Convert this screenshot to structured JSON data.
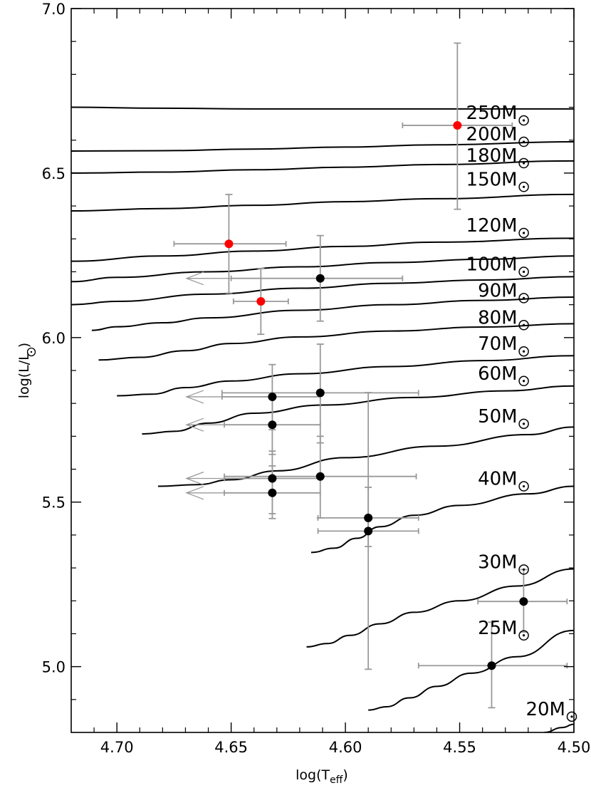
{
  "chart_data": {
    "type": "scatter",
    "xlabel": "log(T",
    "xlabel_sub": "eff",
    "xlabel_close": ")",
    "ylabel": "log(L/L",
    "ylabel_close": ")",
    "xlim": [
      4.72,
      4.5
    ],
    "ylim": [
      4.8,
      7.0
    ],
    "x_ticks": [
      4.7,
      4.65,
      4.6,
      4.55,
      4.5
    ],
    "x_tick_labels": [
      "4.70",
      "4.65",
      "4.60",
      "4.55",
      "4.50"
    ],
    "y_ticks": [
      5.0,
      5.5,
      6.0,
      6.5,
      7.0
    ],
    "y_tick_labels": [
      "5.0",
      "5.5",
      "6.0",
      "6.5",
      "7.0"
    ],
    "mass_tracks": [
      {
        "label": "250M",
        "label_x": 4.521,
        "label_y": 6.66,
        "points": [
          [
            4.72,
            6.7
          ],
          [
            4.68,
            6.697
          ],
          [
            4.64,
            6.695
          ],
          [
            4.6,
            6.695
          ],
          [
            4.56,
            6.695
          ],
          [
            4.5,
            6.695
          ]
        ]
      },
      {
        "label": "200M",
        "label_x": 4.521,
        "label_y": 6.595,
        "points": [
          [
            4.72,
            6.567
          ],
          [
            4.68,
            6.568
          ],
          [
            4.64,
            6.573
          ],
          [
            4.6,
            6.579
          ],
          [
            4.56,
            6.586
          ],
          [
            4.5,
            6.595
          ]
        ]
      },
      {
        "label": "180M",
        "label_x": 4.521,
        "label_y": 6.53,
        "points": [
          [
            4.72,
            6.5
          ],
          [
            4.68,
            6.503
          ],
          [
            4.64,
            6.51
          ],
          [
            4.6,
            6.518
          ],
          [
            4.56,
            6.526
          ],
          [
            4.5,
            6.537
          ]
        ]
      },
      {
        "label": "150M",
        "label_x": 4.521,
        "label_y": 6.458,
        "points": [
          [
            4.72,
            6.385
          ],
          [
            4.68,
            6.392
          ],
          [
            4.64,
            6.402
          ],
          [
            4.6,
            6.413
          ],
          [
            4.56,
            6.422
          ],
          [
            4.5,
            6.435
          ]
        ]
      },
      {
        "label": "120M",
        "label_x": 4.521,
        "label_y": 6.318,
        "points": [
          [
            4.72,
            6.232
          ],
          [
            4.68,
            6.248
          ],
          [
            4.64,
            6.263
          ],
          [
            4.6,
            6.277
          ],
          [
            4.56,
            6.29
          ],
          [
            4.5,
            6.302
          ]
        ]
      },
      {
        "label": "100M",
        "label_x": 4.521,
        "label_y": 6.2,
        "points": [
          [
            4.72,
            6.17
          ],
          [
            4.7,
            6.183
          ],
          [
            4.66,
            6.2
          ],
          [
            4.62,
            6.215
          ],
          [
            4.58,
            6.228
          ],
          [
            4.54,
            6.238
          ],
          [
            4.5,
            6.248
          ]
        ]
      },
      {
        "label": "90M",
        "label_x": 4.521,
        "label_y": 6.12,
        "points": [
          [
            4.72,
            6.1
          ],
          [
            4.7,
            6.11
          ],
          [
            4.66,
            6.132
          ],
          [
            4.62,
            6.15
          ],
          [
            4.58,
            6.165
          ],
          [
            4.54,
            6.175
          ],
          [
            4.5,
            6.185
          ]
        ]
      },
      {
        "label": "80M",
        "label_x": 4.521,
        "label_y": 6.038,
        "points": [
          [
            4.711,
            6.022
          ],
          [
            4.7,
            6.033
          ],
          [
            4.68,
            6.045
          ],
          [
            4.66,
            6.06
          ],
          [
            4.62,
            6.083
          ],
          [
            4.58,
            6.1
          ],
          [
            4.54,
            6.113
          ],
          [
            4.5,
            6.123
          ]
        ]
      },
      {
        "label": "70M",
        "label_x": 4.521,
        "label_y": 5.958,
        "points": [
          [
            4.708,
            5.932
          ],
          [
            4.69,
            5.94
          ],
          [
            4.67,
            5.96
          ],
          [
            4.65,
            5.982
          ],
          [
            4.62,
            6.002
          ],
          [
            4.58,
            6.02
          ],
          [
            4.54,
            6.032
          ],
          [
            4.5,
            6.042
          ]
        ]
      },
      {
        "label": "60M",
        "label_x": 4.521,
        "label_y": 5.868,
        "points": [
          [
            4.7,
            5.823
          ],
          [
            4.685,
            5.828
          ],
          [
            4.67,
            5.848
          ],
          [
            4.65,
            5.868
          ],
          [
            4.62,
            5.89
          ],
          [
            4.58,
            5.912
          ],
          [
            4.54,
            5.93
          ],
          [
            4.5,
            5.945
          ]
        ]
      },
      {
        "label": "50M",
        "label_x": 4.521,
        "label_y": 5.738,
        "points": [
          [
            4.689,
            5.707
          ],
          [
            4.675,
            5.715
          ],
          [
            4.66,
            5.74
          ],
          [
            4.64,
            5.77
          ],
          [
            4.61,
            5.795
          ],
          [
            4.57,
            5.818
          ],
          [
            4.53,
            5.838
          ],
          [
            4.5,
            5.853
          ]
        ]
      },
      {
        "label": "40M",
        "label_x": 4.521,
        "label_y": 5.548,
        "points": [
          [
            4.682,
            5.548
          ],
          [
            4.665,
            5.553
          ],
          [
            4.65,
            5.568
          ],
          [
            4.63,
            5.595
          ],
          [
            4.6,
            5.635
          ],
          [
            4.56,
            5.67
          ],
          [
            4.52,
            5.705
          ],
          [
            4.5,
            5.728
          ]
        ]
      },
      {
        "label": "30M",
        "label_x": 4.521,
        "label_y": 5.295,
        "points": [
          [
            4.615,
            5.347
          ],
          [
            4.605,
            5.36
          ],
          [
            4.595,
            5.39
          ],
          [
            4.585,
            5.425
          ],
          [
            4.57,
            5.46
          ],
          [
            4.55,
            5.49
          ],
          [
            4.52,
            5.525
          ],
          [
            4.5,
            5.548
          ]
        ]
      },
      {
        "label": "25M",
        "label_x": 4.521,
        "label_y": 5.095,
        "points": [
          [
            4.617,
            5.06
          ],
          [
            4.608,
            5.07
          ],
          [
            4.598,
            5.095
          ],
          [
            4.585,
            5.13
          ],
          [
            4.57,
            5.165
          ],
          [
            4.55,
            5.2
          ],
          [
            4.525,
            5.245
          ],
          [
            4.5,
            5.297
          ]
        ]
      },
      {
        "label": "20M",
        "label_x": 4.5,
        "label_y": 4.848,
        "points": [
          [
            4.59,
            4.868
          ],
          [
            4.582,
            4.878
          ],
          [
            4.572,
            4.905
          ],
          [
            4.56,
            4.94
          ],
          [
            4.545,
            4.98
          ],
          [
            4.525,
            5.03
          ],
          [
            4.5,
            5.11
          ]
        ]
      },
      {
        "label": "",
        "label_x": 4.5,
        "label_y": 4.8,
        "points": [
          [
            4.513,
            4.8
          ],
          [
            4.505,
            4.815
          ],
          [
            4.5,
            4.825
          ]
        ]
      }
    ],
    "stars": [
      {
        "x": 4.551,
        "y": 6.645,
        "xerr": [
          4.575,
          4.527
        ],
        "yerr": [
          6.39,
          6.895
        ],
        "color": "#ff0000",
        "upper_limit": false
      },
      {
        "x": 4.651,
        "y": 6.285,
        "xerr": [
          4.675,
          4.626
        ],
        "yerr": [
          6.135,
          6.435
        ],
        "color": "#ff0000",
        "upper_limit": false
      },
      {
        "x": 4.637,
        "y": 6.11,
        "xerr": [
          4.649,
          4.625
        ],
        "yerr": [
          6.01,
          6.21
        ],
        "color": "#ff0000",
        "upper_limit": false
      },
      {
        "x": 4.611,
        "y": 6.18,
        "xerr": [
          4.65,
          4.575
        ],
        "yerr": [
          6.05,
          6.31
        ],
        "color": "#000000",
        "upper_limit": true
      },
      {
        "x": 4.611,
        "y": 5.832,
        "xerr": [
          4.654,
          4.568
        ],
        "yerr": [
          5.68,
          5.98
        ],
        "color": "#000000",
        "upper_limit": false
      },
      {
        "x": 4.632,
        "y": 5.82,
        "xerr": [
          4.654,
          4.611
        ],
        "yerr": [
          5.72,
          5.918
        ],
        "color": "#000000",
        "upper_limit": true
      },
      {
        "x": 4.632,
        "y": 5.735,
        "xerr": [
          4.653,
          4.611
        ],
        "yerr": [
          5.645,
          5.825
        ],
        "color": "#000000",
        "upper_limit": true
      },
      {
        "x": 4.632,
        "y": 5.572,
        "xerr": [
          4.653,
          4.611
        ],
        "yerr": [
          5.465,
          5.655
        ],
        "color": "#000000",
        "upper_limit": true
      },
      {
        "x": 4.632,
        "y": 5.528,
        "xerr": [
          4.653,
          4.611
        ],
        "yerr": [
          5.45,
          5.61
        ],
        "color": "#000000",
        "upper_limit": true
      },
      {
        "x": 4.611,
        "y": 5.578,
        "xerr": [
          4.653,
          4.569
        ],
        "yerr": [
          5.452,
          5.7
        ],
        "color": "#000000",
        "upper_limit": false
      },
      {
        "x": 4.59,
        "y": 5.452,
        "xerr": [
          4.612,
          4.568
        ],
        "yerr": [
          5.365,
          5.545
        ],
        "color": "#000000",
        "upper_limit": false
      },
      {
        "x": 4.59,
        "y": 5.412,
        "xerr": [
          4.612,
          4.568
        ],
        "yerr": [
          4.992,
          5.833
        ],
        "color": "#000000",
        "upper_limit": false
      },
      {
        "x": 4.522,
        "y": 5.198,
        "xerr": [
          4.542,
          4.503
        ],
        "yerr": [
          5.105,
          5.295
        ],
        "color": "#000000",
        "upper_limit": false
      },
      {
        "x": 4.536,
        "y": 5.003,
        "xerr": [
          4.568,
          4.503
        ],
        "yerr": [
          4.875,
          5.135
        ],
        "color": "#000000",
        "upper_limit": false
      }
    ],
    "errorbar_color": "#999999",
    "line_color": "#000000",
    "grid": false,
    "legend": "none"
  }
}
